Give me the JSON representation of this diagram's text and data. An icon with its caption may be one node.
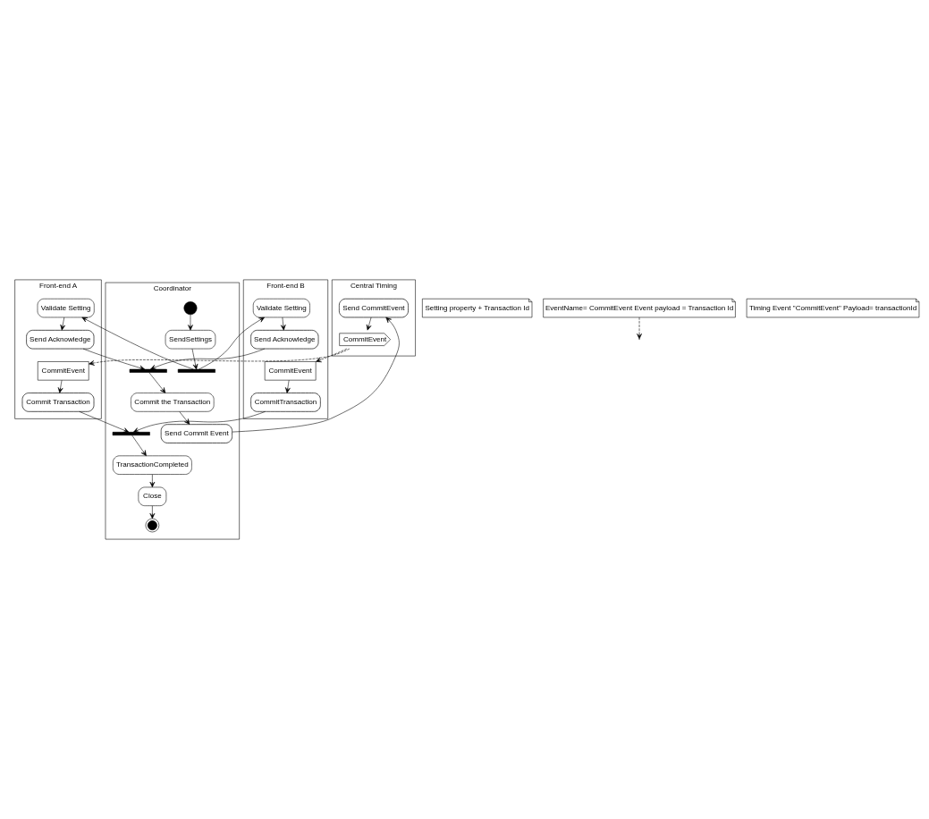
{
  "diagram": {
    "nodes": [
      {
        "text": [
          "Front-end A"
        ]
      },
      {
        "text": [
          "Coordinator"
        ]
      },
      {
        "text": [
          "Front-end B"
        ]
      },
      {
        "text": [
          "Central Timing"
        ]
      },
      {
        "text": [],
        "shape": "circle",
        "in": 1
      },
      {
        "text": [
          "SendSettings"
        ],
        "in": 1
      },
      {
        "text": [
          "Setting property + Transaction Id"
        ]
      },
      {
        "text": [],
        "shape": "bar",
        "in": 1
      },
      {
        "text": [
          "Validate Setting"
        ],
        "in": 0
      },
      {
        "text": [
          "Validate Setting"
        ],
        "in": 2
      },
      {
        "text": [
          "Send Acknowledge"
        ],
        "in": 0
      },
      {
        "text": [
          "Send Acknowledge"
        ],
        "in": 2
      },
      {
        "text": [],
        "shape": "bar",
        "in": 1
      },
      {
        "text": [
          "Commit the Transaction"
        ],
        "in": 1
      },
      {
        "text": [
          "Send Commit Event"
        ],
        "in": 1
      },
      {
        "text": [
          "EventName= CommitEvent Event payload = Transaction Id"
        ]
      },
      {
        "text": [
          "Send CommitEvent"
        ],
        "in": 3
      },
      {
        "text": [
          "CommitEvent"
        ],
        "in": 3
      },
      {
        "text": [
          "Timing Event \"CommitEvent\" Payload= transactionId"
        ]
      },
      {
        "text": [
          "CommitEvent"
        ],
        "in": 0
      },
      {
        "text": [
          "CommitEvent"
        ],
        "in": 2
      },
      {
        "text": [
          "Commit Transaction"
        ],
        "in": 0
      },
      {
        "text": [
          "CommitTransaction"
        ],
        "in": 2
      },
      {
        "text": [],
        "shape": "bar",
        "in": 1
      },
      {
        "text": [
          "TransactionCompleted"
        ],
        "in": 1
      },
      {
        "text": [
          "Close"
        ],
        "in": 1
      },
      {
        "text": [],
        "shape": "bullseye",
        "in": 1
      }
    ],
    "edges": [
      {
        "from": 4,
        "to": 5,
        "arrow": "to"
      },
      {
        "from": 5,
        "to": 7,
        "arrow": "to"
      },
      {
        "from": 7,
        "to": 8,
        "arrow": "to"
      },
      {
        "from": 7,
        "to": 9,
        "arrow": "to"
      },
      {
        "from": 8,
        "to": 10,
        "arrow": "to"
      },
      {
        "from": 9,
        "to": 11,
        "arrow": "to"
      },
      {
        "from": 10,
        "to": 12,
        "arrow": "to"
      },
      {
        "from": 11,
        "to": 12,
        "arrow": "to"
      },
      {
        "from": 12,
        "to": 13,
        "arrow": "to"
      },
      {
        "from": 13,
        "to": 14,
        "arrow": "to"
      },
      {
        "from": 14,
        "to": 16,
        "arrow": "to"
      },
      {
        "from": 15,
        "to": null,
        "arrow": "to",
        "style": "dashed"
      },
      {
        "from": 16,
        "to": 17,
        "arrow": "to"
      },
      {
        "from": 17,
        "to": 19,
        "arrow": "to",
        "style": "dashed"
      },
      {
        "from": 17,
        "to": 20,
        "arrow": "to",
        "style": "dashed"
      },
      {
        "from": 19,
        "to": 21,
        "arrow": "to"
      },
      {
        "from": 20,
        "to": 22,
        "arrow": "to"
      },
      {
        "from": 21,
        "to": 23,
        "arrow": "to"
      },
      {
        "from": 22,
        "to": 23,
        "arrow": "to"
      },
      {
        "from": 23,
        "to": 24,
        "arrow": "to"
      },
      {
        "from": 24,
        "to": 25,
        "arrow": "to"
      },
      {
        "from": 25,
        "to": 26,
        "arrow": "to"
      }
    ]
  }
}
